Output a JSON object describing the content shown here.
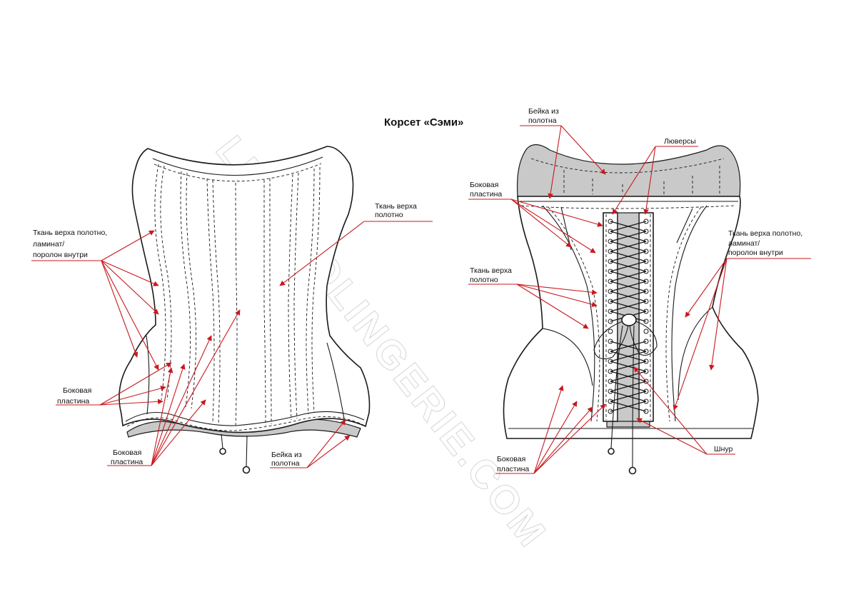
{
  "title": "Корсет «Сэми»",
  "watermark": "LERALOLINGERIE.COM",
  "colors": {
    "annotation": "#c8191e",
    "outline": "#1a1a1a",
    "lining": "#c9c9c9"
  },
  "front_view": {
    "labels": {
      "fabric_laminate": [
        "Ткань верха полотно,",
        "ламинат/",
        "поролон внутри"
      ],
      "top_fabric": [
        "Ткань верха",
        "полотно"
      ],
      "side_panel_left": [
        "Боковая",
        "пластина"
      ],
      "side_panel_bottom": [
        "Боковая",
        "пластина"
      ],
      "binding": [
        "Бейка из",
        "полотна"
      ]
    }
  },
  "back_view": {
    "labels": {
      "binding": [
        "Бейка из",
        "полотна"
      ],
      "eyelets": [
        "Люверсы"
      ],
      "side_panel_top": [
        "Боковая",
        "пластина"
      ],
      "top_fabric": [
        "Ткань верха",
        "полотно"
      ],
      "fabric_laminate": [
        "Ткань верха полотно,",
        "ламинат/",
        "поролон внутри"
      ],
      "cord": [
        "Шнур"
      ],
      "side_panel_bottom": [
        "Боковая",
        "пластина"
      ]
    }
  }
}
